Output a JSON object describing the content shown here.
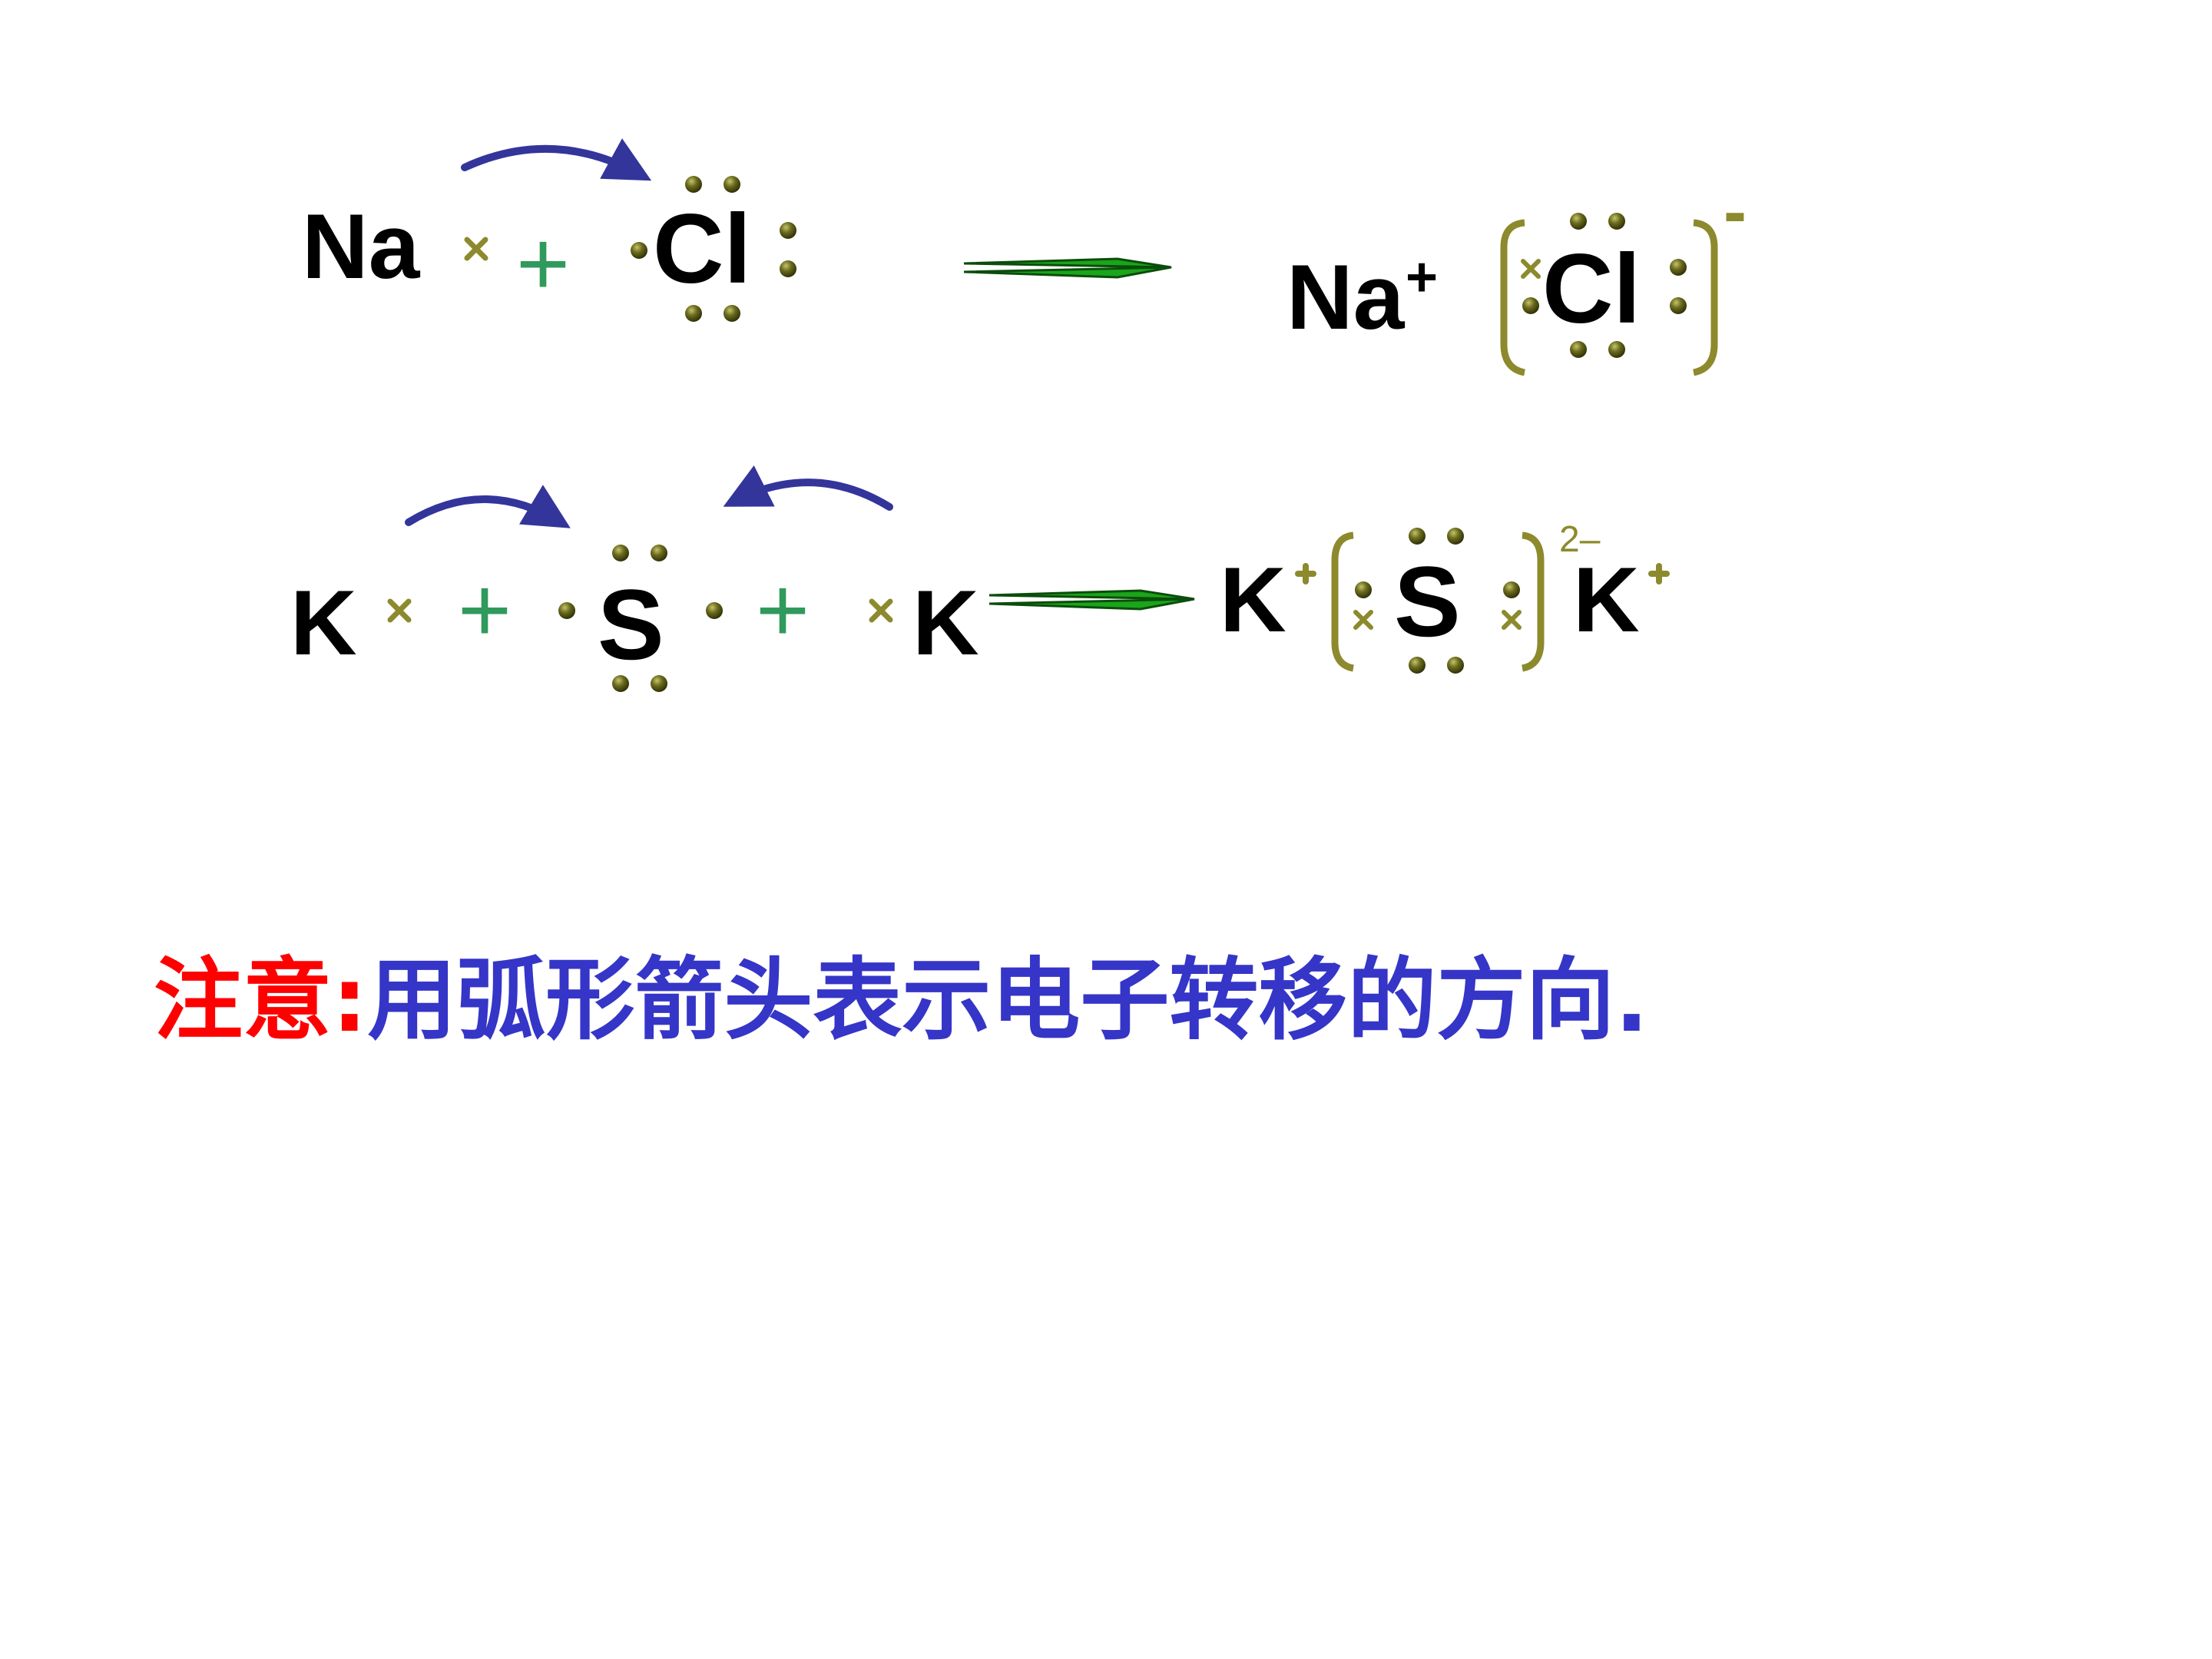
{
  "colors": {
    "electron": "#6b6b1e",
    "electron_edge": "#3a3a08",
    "electron_hi": "#b7b75a",
    "bracket": "#8c8a2c",
    "transfer_arrow": "#33359a",
    "reaction_arrow": "#1aa51a",
    "plus": "#2f9a5c",
    "symbol": "#000000",
    "note_label": "#ff0000",
    "note_text": "#3535c8"
  },
  "reaction1": {
    "reactant_metal": "Na",
    "reactant_nonmetal": "Cl",
    "plus": "+",
    "product_cation": "Na",
    "cation_charge": "+",
    "product_anion": "Cl",
    "anion_charge": "-"
  },
  "reaction2": {
    "metal_left": "K",
    "nonmetal": "S",
    "metal_right": "K",
    "plus": "+",
    "product_cation_left": "K",
    "product_anion": "S",
    "anion_charge": "2–",
    "product_cation_right": "K"
  },
  "note": {
    "label": "注意:",
    "text": "用弧形箭头表示电子转移的方向."
  }
}
